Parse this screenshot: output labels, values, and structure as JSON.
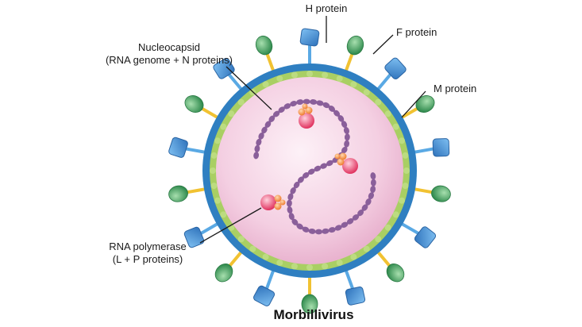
{
  "labels": {
    "h_protein": "H protein",
    "f_protein": "F protein",
    "m_protein": "M protein",
    "nucleocapsid_line1": "Nucleocapsid",
    "nucleocapsid_line2": "(RNA genome + N proteins)",
    "polymerase_line1": "RNA polymerase",
    "polymerase_line2": "(L + P proteins)"
  },
  "title": "Morbillivirus",
  "colors": {
    "envelope": "#2f7fc1",
    "matrix": "#a9cf63",
    "interior": "#f3c9de",
    "h_protein": "#3f8fd6",
    "f_protein": "#3c9c5c",
    "stalk": "#f1c232",
    "nucleocapsid": "#8a5f9a",
    "polymerase_l": "#e23d6b",
    "polymerase_p": "#f08a3a"
  },
  "icons": {
    "h_protein": "square-glycoprotein-icon",
    "f_protein": "oval-glycoprotein-icon"
  }
}
